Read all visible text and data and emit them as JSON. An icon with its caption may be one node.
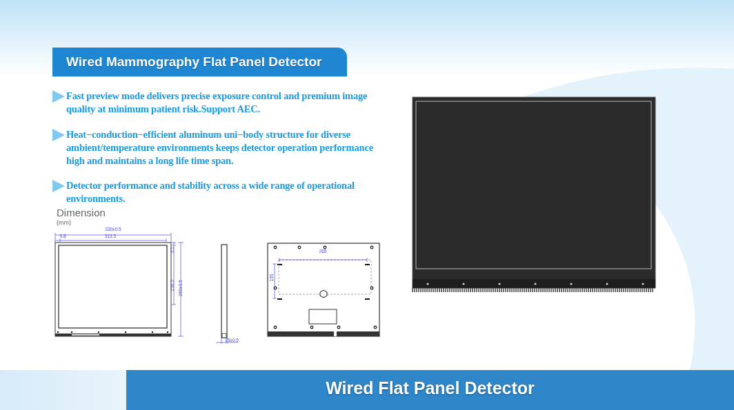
{
  "diagram": {
    "title": "Wired Mammography Flat Panel Detector",
    "labels": [
      "Fast preview mode delivers precise exposure control and premium image quality at minimum patient risk.Support AEC.",
      "Heat−conduction−efficient aluminum uni−body structure for diverse ambient/temperature environments keeps detector operation performance high and maintains a long life time span.",
      "Detector performance and stability across a wide range of operational environments.",
      "Dimension",
      "(mm)",
      "330±0.5",
      "9.8",
      "313.5",
      "3.1",
      "236.5",
      "260±0.5",
      "15±0.5",
      "265",
      "150",
      "Wired Flat Panel Detector"
    ]
  }
}
